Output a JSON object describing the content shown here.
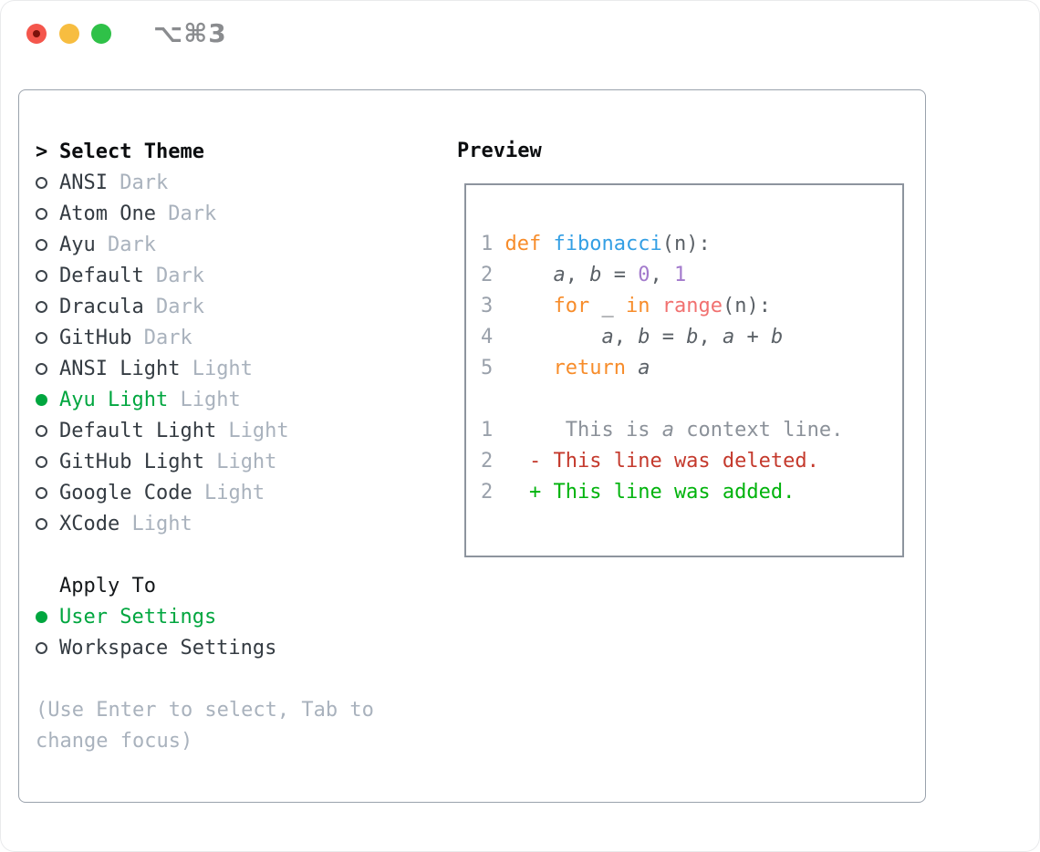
{
  "window": {
    "title": "⌥⌘3"
  },
  "theme_selector": {
    "header": "Select Theme",
    "header_marker": ">",
    "items": [
      {
        "name": "ANSI",
        "variant": "Dark",
        "selected": false
      },
      {
        "name": "Atom One",
        "variant": "Dark",
        "selected": false
      },
      {
        "name": "Ayu",
        "variant": "Dark",
        "selected": false
      },
      {
        "name": "Default",
        "variant": "Dark",
        "selected": false
      },
      {
        "name": "Dracula",
        "variant": "Dark",
        "selected": false
      },
      {
        "name": "GitHub",
        "variant": "Dark",
        "selected": false
      },
      {
        "name": "ANSI Light",
        "variant": "Light",
        "selected": false
      },
      {
        "name": "Ayu Light",
        "variant": "Light",
        "selected": true
      },
      {
        "name": "Default Light",
        "variant": "Light",
        "selected": false
      },
      {
        "name": "GitHub Light",
        "variant": "Light",
        "selected": false
      },
      {
        "name": "Google Code",
        "variant": "Light",
        "selected": false
      },
      {
        "name": "XCode",
        "variant": "Light",
        "selected": false
      }
    ]
  },
  "apply_to": {
    "header": "Apply To",
    "items": [
      {
        "label": "User Settings",
        "selected": true
      },
      {
        "label": "Workspace Settings",
        "selected": false
      }
    ]
  },
  "help_text": {
    "line1": "(Use Enter to select, Tab to",
    "line2": "change focus)"
  },
  "preview": {
    "header": "Preview",
    "code_lines": [
      [
        {
          "t": "1 ",
          "c": "ln"
        },
        {
          "t": "def ",
          "c": "kw"
        },
        {
          "t": "fibonacci",
          "c": "fn"
        },
        {
          "t": "(n):",
          "c": "code"
        }
      ],
      [
        {
          "t": "2 ",
          "c": "ln"
        },
        {
          "t": "    ",
          "c": "code"
        },
        {
          "t": "a",
          "c": "code",
          "i": true
        },
        {
          "t": ", ",
          "c": "code"
        },
        {
          "t": "b",
          "c": "code",
          "i": true
        },
        {
          "t": " = ",
          "c": "code"
        },
        {
          "t": "0",
          "c": "num"
        },
        {
          "t": ", ",
          "c": "code"
        },
        {
          "t": "1",
          "c": "num"
        }
      ],
      [
        {
          "t": "3 ",
          "c": "ln"
        },
        {
          "t": "    ",
          "c": "code"
        },
        {
          "t": "for",
          "c": "kw"
        },
        {
          "t": " _ ",
          "c": "code"
        },
        {
          "t": "in",
          "c": "kw"
        },
        {
          "t": " ",
          "c": "code"
        },
        {
          "t": "range",
          "c": "red"
        },
        {
          "t": "(n):",
          "c": "code"
        }
      ],
      [
        {
          "t": "4 ",
          "c": "ln"
        },
        {
          "t": "        ",
          "c": "code"
        },
        {
          "t": "a",
          "c": "code",
          "i": true
        },
        {
          "t": ", ",
          "c": "code"
        },
        {
          "t": "b",
          "c": "code",
          "i": true
        },
        {
          "t": " = ",
          "c": "code"
        },
        {
          "t": "b",
          "c": "code",
          "i": true
        },
        {
          "t": ", ",
          "c": "code"
        },
        {
          "t": "a",
          "c": "code",
          "i": true
        },
        {
          "t": " + ",
          "c": "code"
        },
        {
          "t": "b",
          "c": "code",
          "i": true
        }
      ],
      [
        {
          "t": "5 ",
          "c": "ln"
        },
        {
          "t": "    ",
          "c": "code"
        },
        {
          "t": "return ",
          "c": "kw"
        },
        {
          "t": "a",
          "c": "code",
          "i": true
        }
      ],
      [],
      [
        {
          "t": "1",
          "c": "ln"
        },
        {
          "t": "      ",
          "c": "ctx"
        },
        {
          "t": "This is ",
          "c": "ctx"
        },
        {
          "t": "a",
          "c": "ctx",
          "i": true
        },
        {
          "t": " context line.",
          "c": "ctx"
        }
      ],
      [
        {
          "t": "2",
          "c": "ln"
        },
        {
          "t": "   ",
          "c": "code"
        },
        {
          "t": "- This line was deleted.",
          "c": "del"
        }
      ],
      [
        {
          "t": "2",
          "c": "ln"
        },
        {
          "t": "   ",
          "c": "code"
        },
        {
          "t": "+ This line was added.",
          "c": "add"
        }
      ]
    ]
  },
  "colors": {
    "ui_green": "#00a63f",
    "name_dark": "#343b42",
    "muted": "#a9b2bd",
    "panel_border": "#9aa2ac",
    "box_border": "#8d949e",
    "title_gray": "#8a8c8f",
    "light_red": "#f4564c",
    "light_red_dot": "#7c120b",
    "light_yellow": "#f7bd40",
    "light_green": "#2fc148",
    "ln": "#9aa1ab",
    "kw": "#f78c2a",
    "fn": "#339fe4",
    "num": "#a37acc",
    "red": "#f17170",
    "code": "#5b6167",
    "ctx": "#8b9199",
    "del": "#c4392c",
    "add": "#00b30c"
  },
  "icons": {
    "close": "close-icon",
    "minimize": "minimize-icon",
    "zoom": "zoom-icon",
    "radio_unselected": "radio-icon",
    "radio_selected": "radio-selected-icon"
  }
}
